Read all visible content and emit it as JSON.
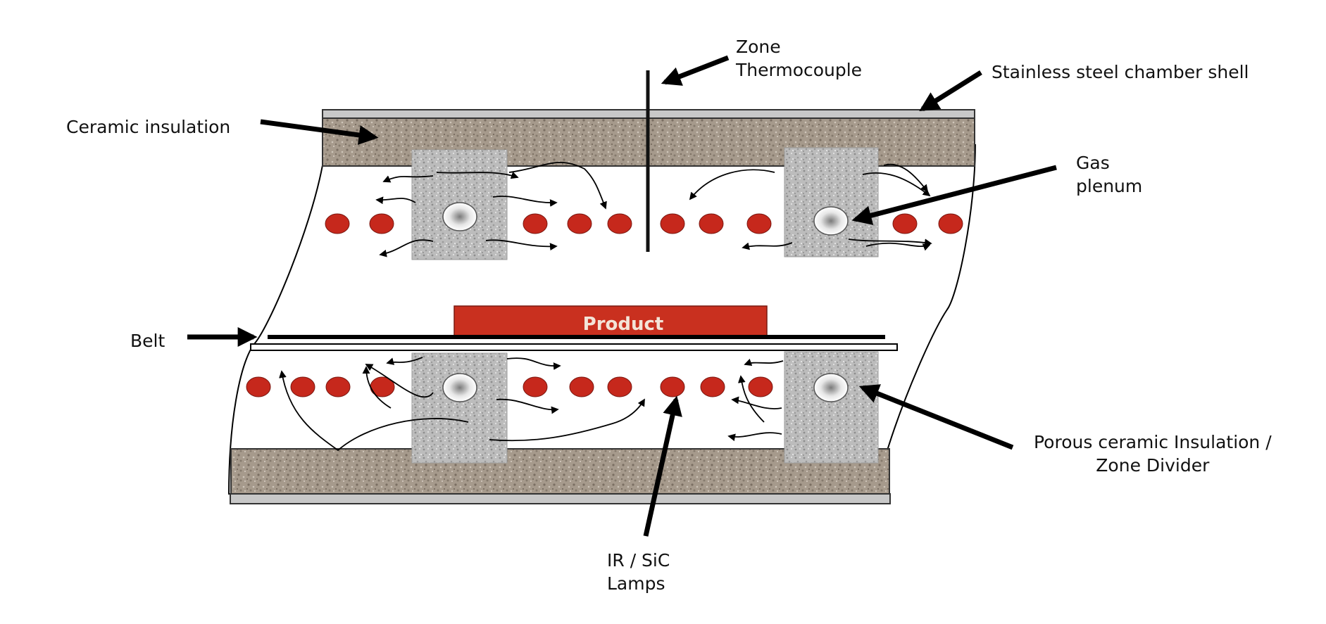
{
  "labels": {
    "zone_thermocouple": [
      "Zone",
      "Thermocouple"
    ],
    "shell": "Stainless steel chamber shell",
    "ceramic_insulation": "Ceramic insulation",
    "gas_plenum": [
      "Gas",
      "plenum"
    ],
    "belt": "Belt",
    "product": "Product",
    "divider": [
      "Porous ceramic Insulation /",
      "Zone Divider"
    ],
    "lamps": [
      "IR / SiC",
      "Lamps"
    ]
  },
  "colors": {
    "insulation": "#a69a8c",
    "porous_divider": "#b9b9b9",
    "lamp": "#c6281c",
    "product": "#c9301f",
    "shell": "#c8c8c8",
    "arrow": "#000000"
  }
}
